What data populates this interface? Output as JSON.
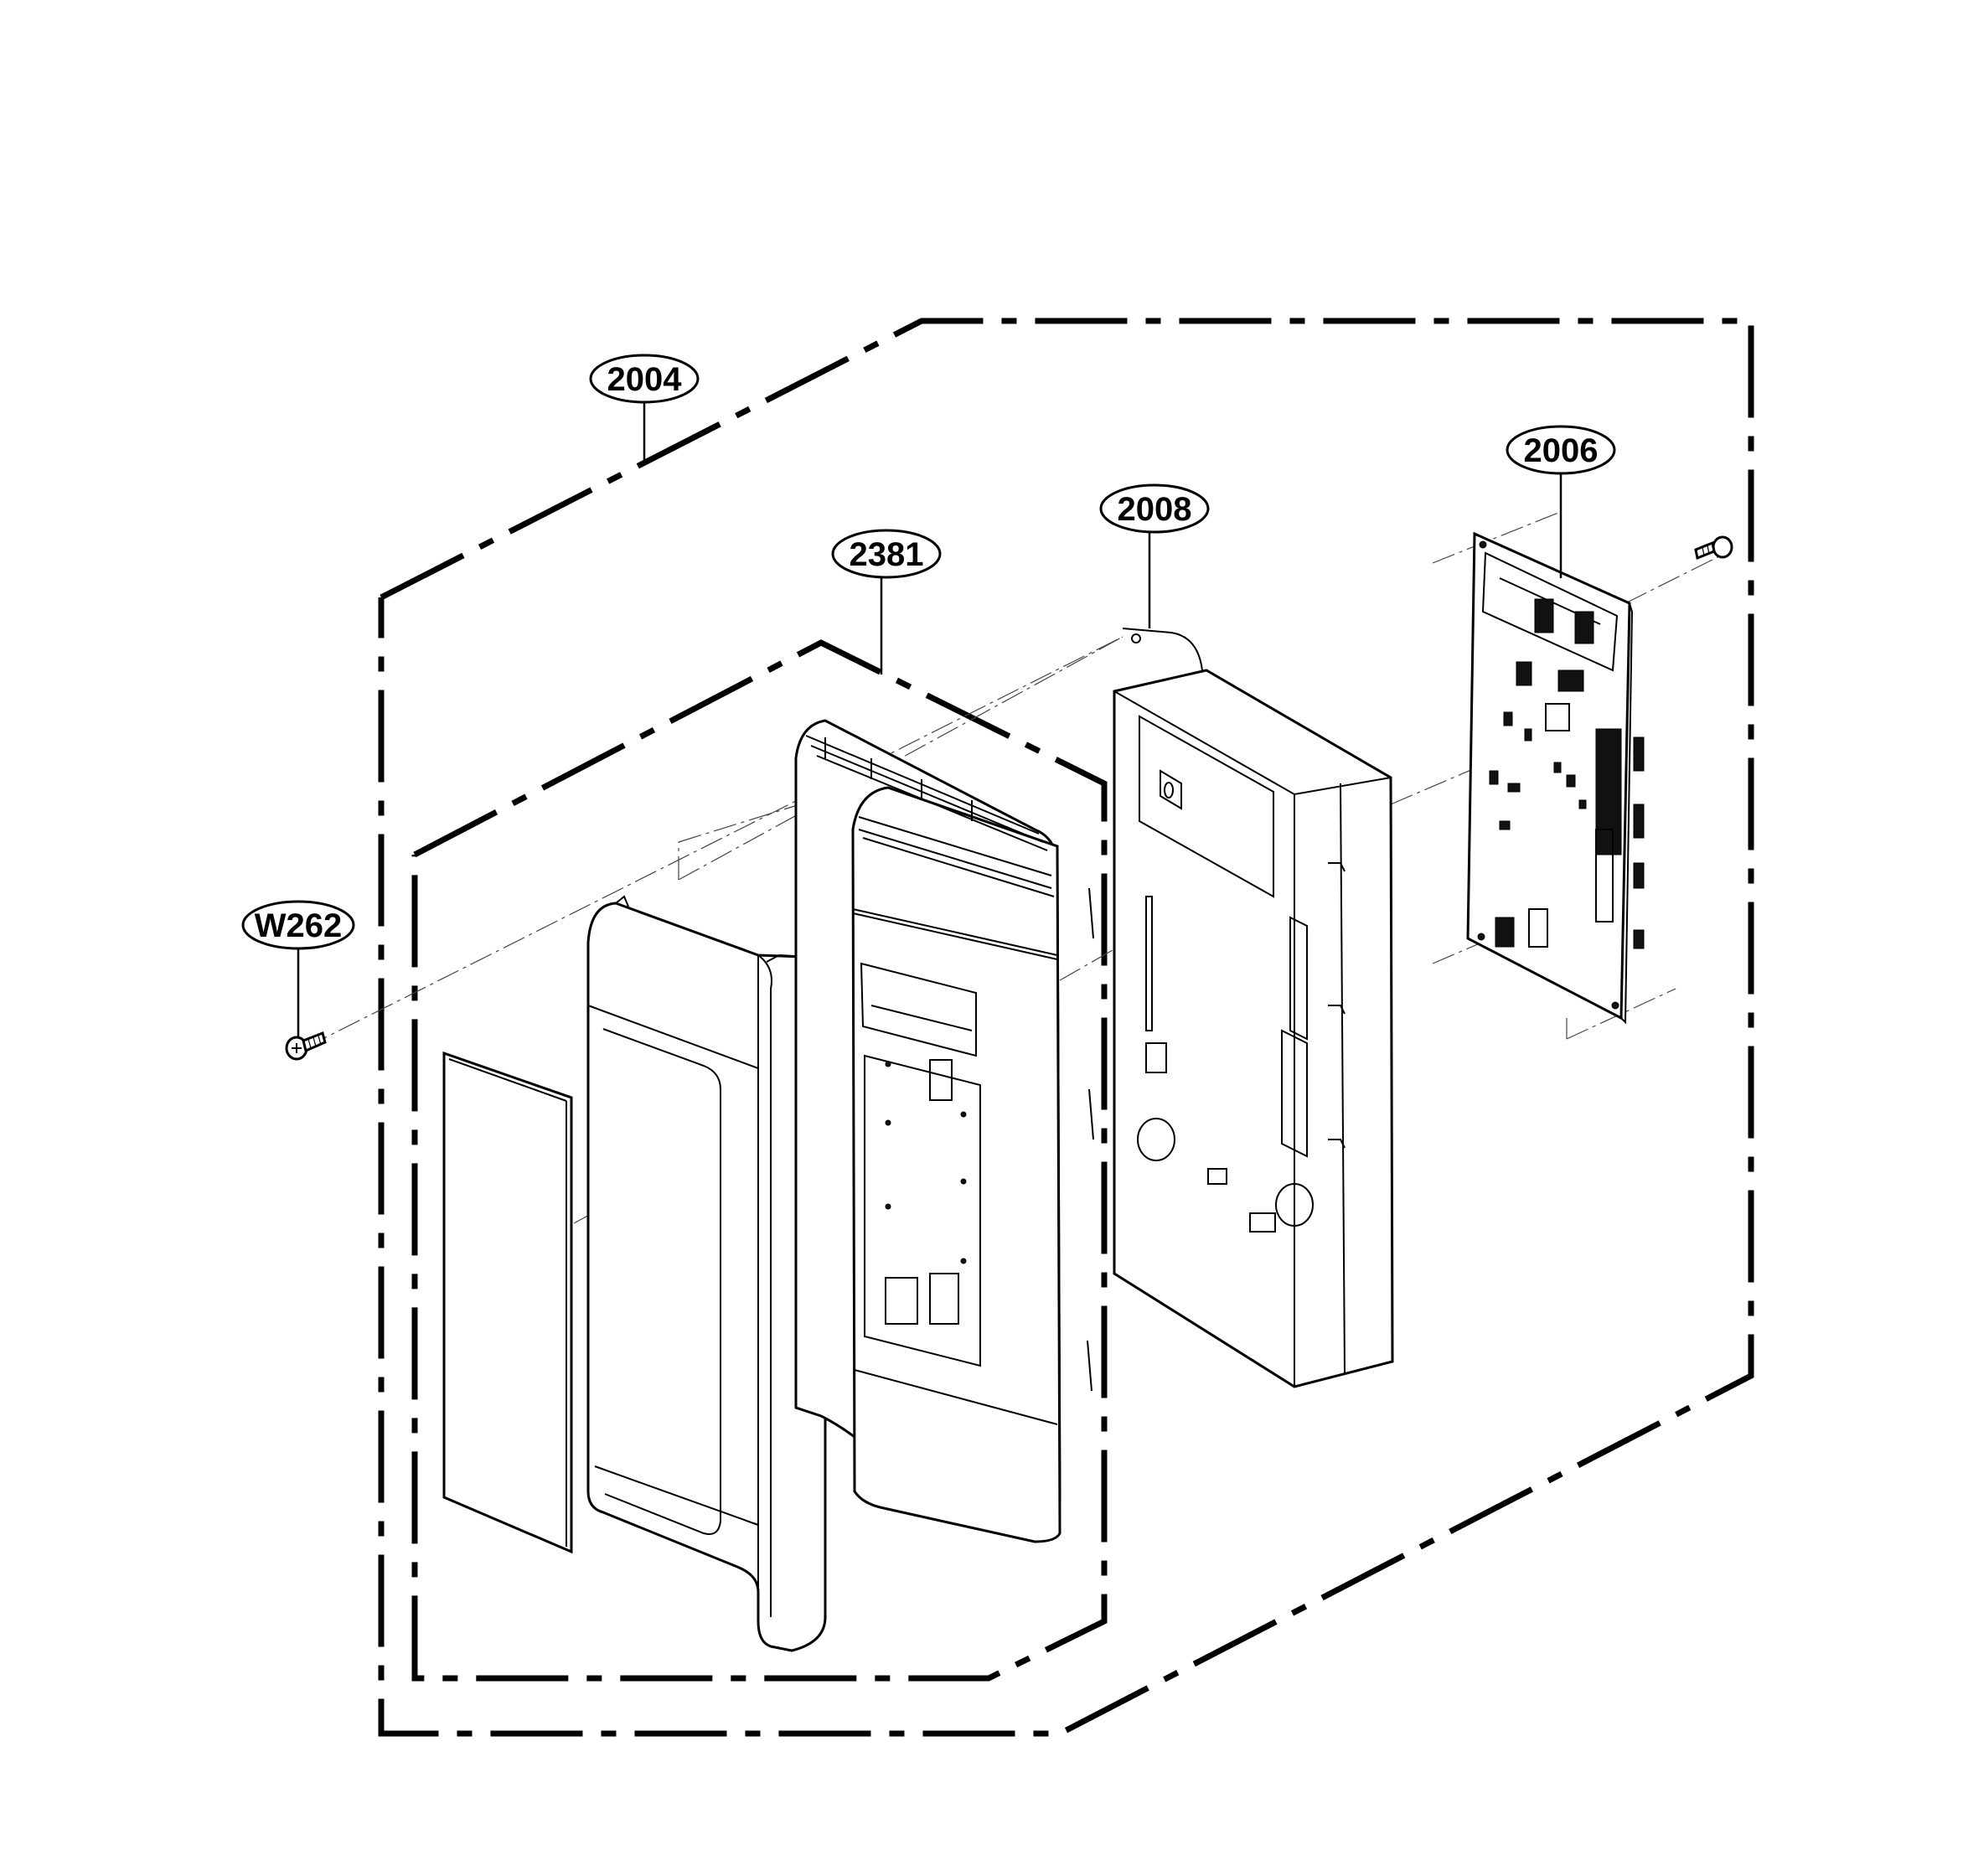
{
  "callouts": {
    "assembly_2004": "2004",
    "circuit_board_2006": "2006",
    "frame_2008": "2008",
    "panel_2381": "2381",
    "screw_w262": "W262"
  }
}
